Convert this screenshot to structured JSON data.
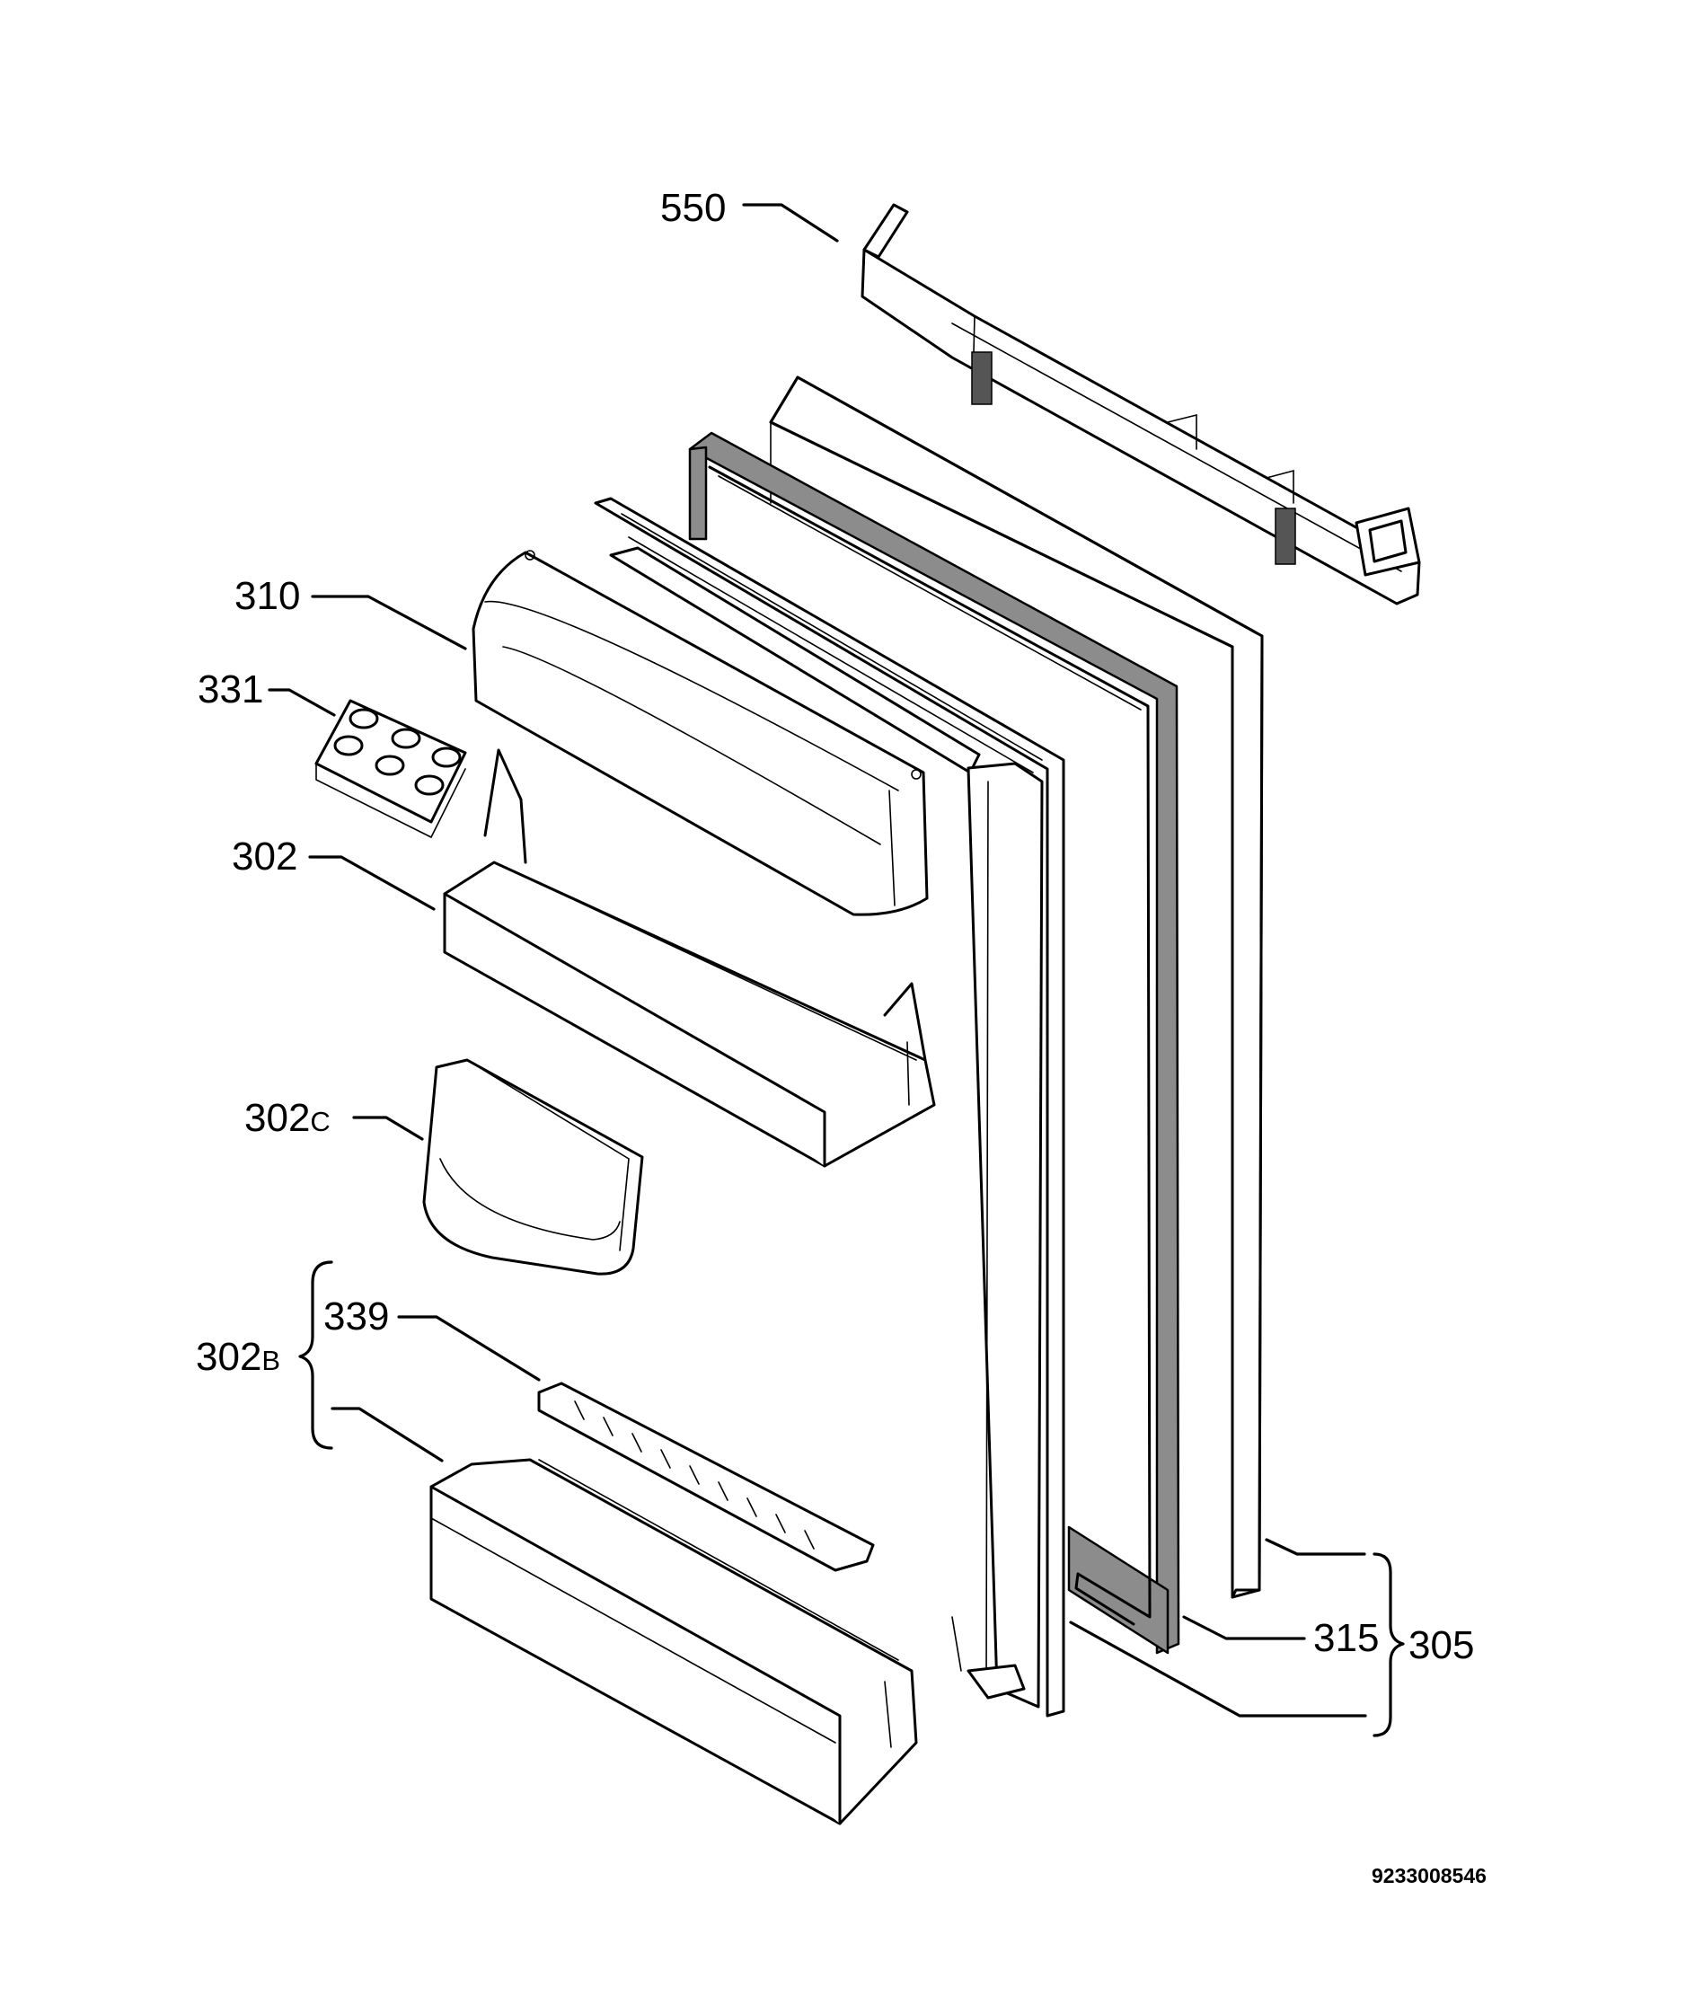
{
  "labels": {
    "p550": "550",
    "p310": "310",
    "p331": "331",
    "p302": "302",
    "p302c": {
      "num": "302",
      "suffix": "C"
    },
    "p339": "339",
    "p302b": {
      "num": "302",
      "suffix": "B"
    },
    "p315": "315",
    "p305": "305"
  },
  "document_number": "9233008546"
}
